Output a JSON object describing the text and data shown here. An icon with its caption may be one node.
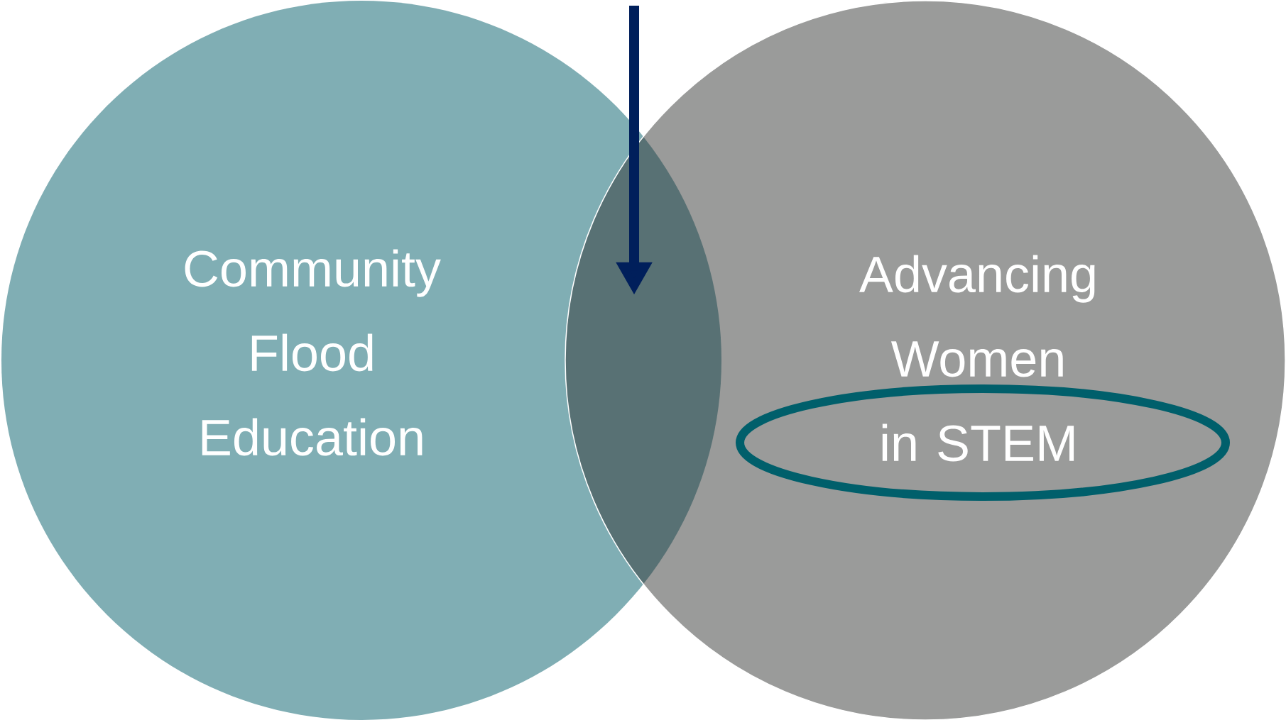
{
  "diagram": {
    "nodes": [
      {
        "text": [
          "Community Flood Education"
        ]
      },
      {
        "text": [
          "Advancing Women in STEM"
        ]
      },
      {
        "text": [],
        "shape": "lens"
      }
    ],
    "edges": [
      {
        "from": null,
        "to": 2,
        "arrow": "to"
      }
    ]
  }
}
